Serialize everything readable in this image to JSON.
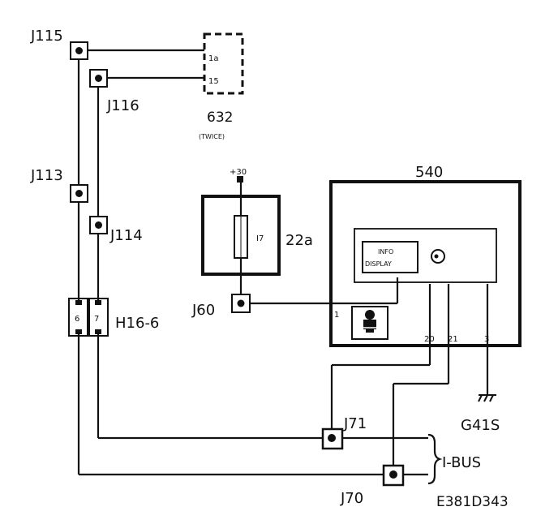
{
  "diagram_id": "E381D343",
  "junctions": {
    "j115": "J115",
    "j116": "J116",
    "j113": "J113",
    "j114": "J114",
    "j60": "J60",
    "j71": "J71",
    "j70": "J70"
  },
  "connector_h16": {
    "label": "H16-6",
    "pin_left": "6",
    "pin_right": "7"
  },
  "component_632": {
    "label": "632",
    "sublabel": "(TWICE)",
    "pin_top": "1a",
    "pin_bottom": "15"
  },
  "fuse": {
    "supply": "+30",
    "rating": "I7",
    "label": "22a"
  },
  "component_540": {
    "label": "540",
    "display_line1": "INFO",
    "display_line2": "DISPLAY",
    "pin1": "1",
    "pin20": "20",
    "pin21": "21",
    "pin3": "3"
  },
  "ground": {
    "label": "G41S"
  },
  "bus": {
    "label": "I-BUS"
  }
}
